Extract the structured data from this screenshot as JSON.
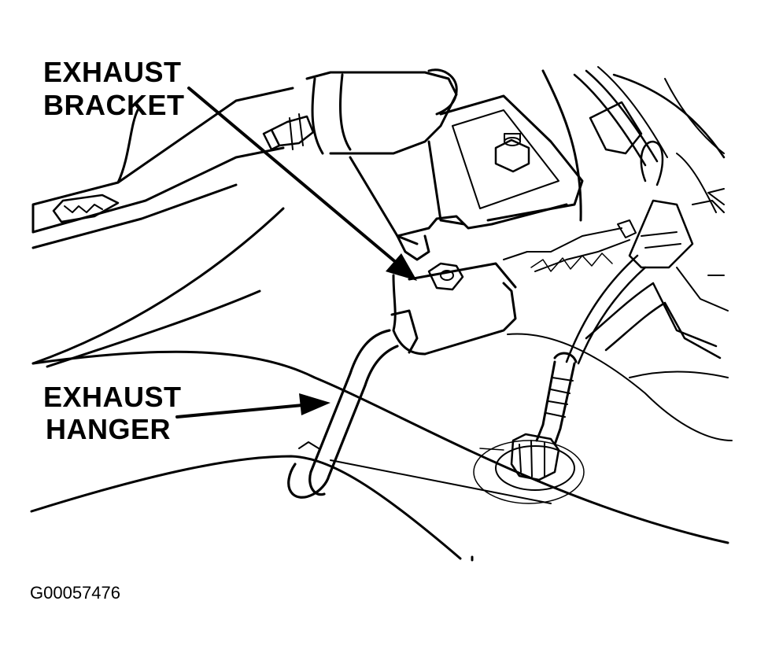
{
  "labels": {
    "exhaust_bracket": [
      "EXHAUST",
      "BRACKET"
    ],
    "exhaust_hanger": [
      "EXHAUST",
      "HANGER"
    ]
  },
  "figure_id": "G00057476",
  "colors": {
    "ink": "#000000",
    "paper": "#ffffff"
  }
}
